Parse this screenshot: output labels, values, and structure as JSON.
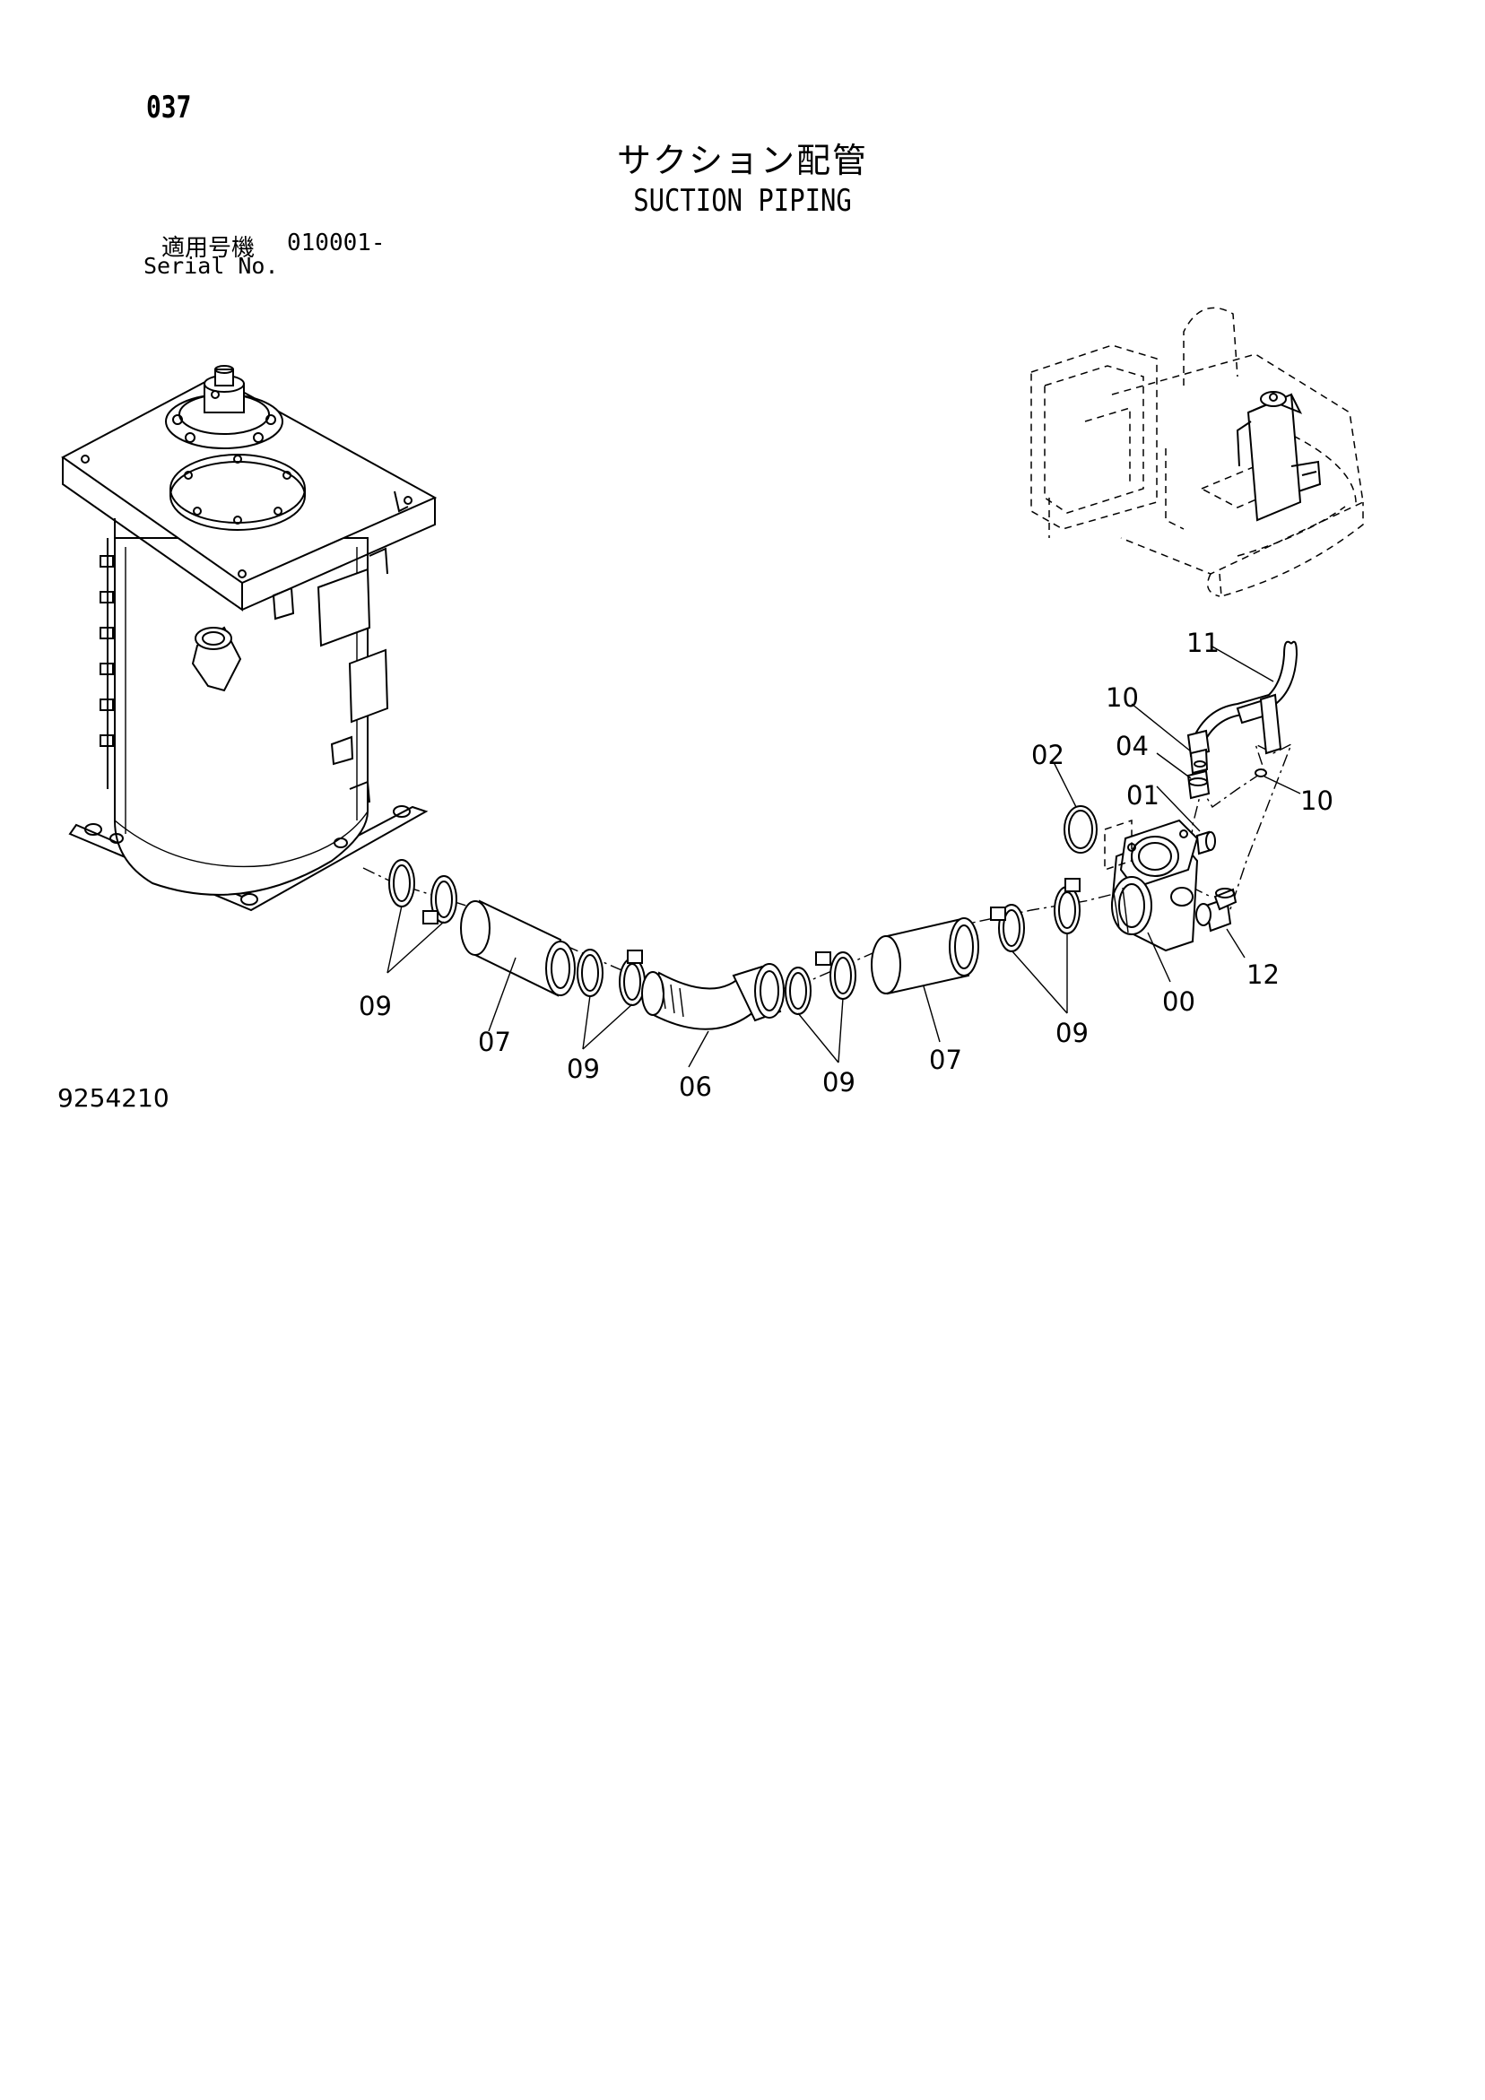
{
  "header": {
    "page_number": "037",
    "title_ja": "サクション配管",
    "title_en": "SUCTION PIPING",
    "serial_label_ja": "適用号機",
    "serial_range": "010001-",
    "serial_label_en": "Serial No."
  },
  "footer": {
    "drawing_number": "9254210"
  },
  "callouts": {
    "c00": "00",
    "c01": "01",
    "c02": "02",
    "c04": "04",
    "c06": "06",
    "c07a": "07",
    "c07b": "07",
    "c09a": "09",
    "c09b": "09",
    "c09c": "09",
    "c09d": "09",
    "c10a": "10",
    "c10b": "10",
    "c11": "11",
    "c12": "12"
  }
}
